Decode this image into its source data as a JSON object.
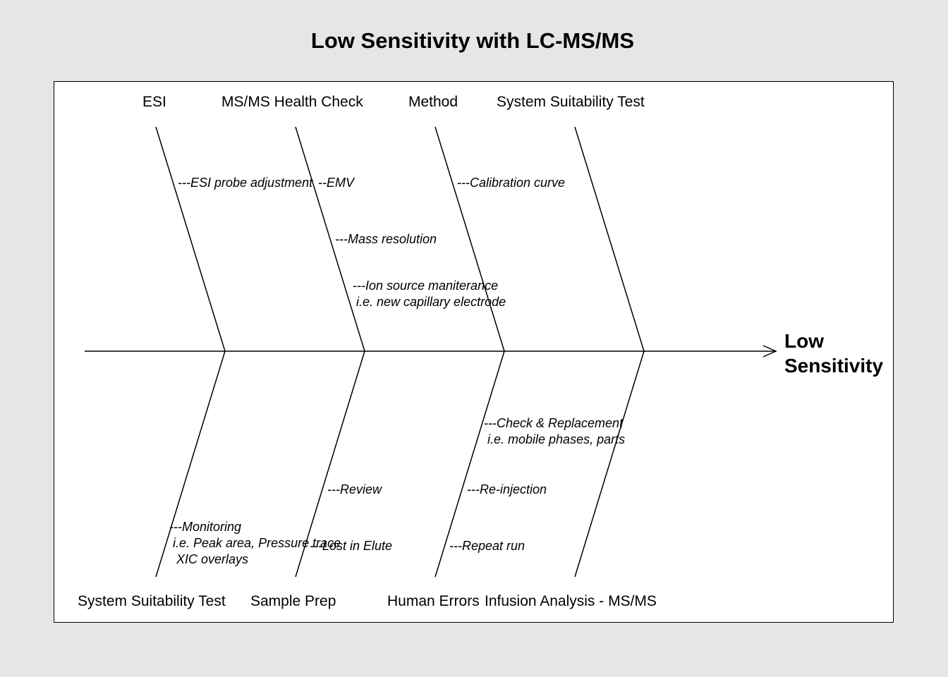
{
  "title": "Low Sensitivity with LC-MS/MS",
  "effect": {
    "line1": "Low",
    "line2": "Sensitivity"
  },
  "top_categories": [
    {
      "label": "ESI",
      "causes": [
        {
          "text": "---ESI probe adjustment"
        }
      ]
    },
    {
      "label": "MS/MS Health Check",
      "causes": [
        {
          "text": "--EMV"
        },
        {
          "text": "---Mass resolution"
        },
        {
          "text": "---Ion source maniterance\n i.e. new capillary electrode"
        }
      ]
    },
    {
      "label": "Method",
      "causes": [
        {
          "text": "---Calibration curve"
        }
      ]
    },
    {
      "label": "System Suitability Test",
      "causes": []
    }
  ],
  "bottom_categories": [
    {
      "label": "System Suitability Test",
      "causes": [
        {
          "text": "---Monitoring\n i.e. Peak area, Pressure trace\n  XIC overlays"
        }
      ]
    },
    {
      "label": "Sample Prep",
      "causes": [
        {
          "text": "---Review"
        },
        {
          "text": "---Lost in Elute"
        }
      ]
    },
    {
      "label": "Human Errors",
      "causes": [
        {
          "text": "---Check & Replacement\n i.e. mobile phases, parts"
        },
        {
          "text": "---Re-injection"
        },
        {
          "text": "---Repeat run"
        }
      ]
    },
    {
      "label": "Infusion Analysis - MS/MS",
      "causes": []
    }
  ]
}
